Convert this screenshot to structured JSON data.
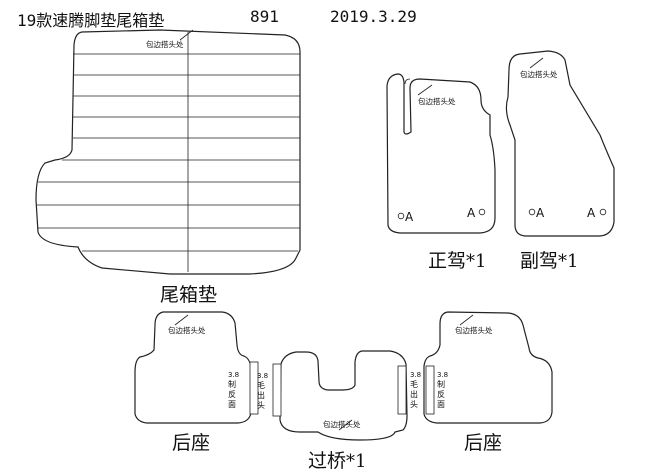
{
  "header": {
    "model_title": "19款速腾脚垫尾箱垫",
    "code": "891",
    "date": "2019.3.29"
  },
  "edge_note": "包边搭头处",
  "hole_mark": "A",
  "trunk_mat": {
    "label": "尾箱垫"
  },
  "driver_mat": {
    "label": "正驾",
    "qty": "*1"
  },
  "passenger_mat": {
    "label": "副驾",
    "qty": "*1"
  },
  "rear_left_mat": {
    "label": "后座",
    "dim": "3.8",
    "note_a": "制",
    "note_b": "反",
    "note_c": "面"
  },
  "rear_right_mat": {
    "label": "后座",
    "dim": "3.8",
    "note_a": "制",
    "note_b": "反",
    "note_c": "面"
  },
  "bridge_mat": {
    "label": "过桥",
    "qty": "*1",
    "dim": "3.8",
    "note_a": "毛",
    "note_b": "出",
    "note_c": "头"
  }
}
